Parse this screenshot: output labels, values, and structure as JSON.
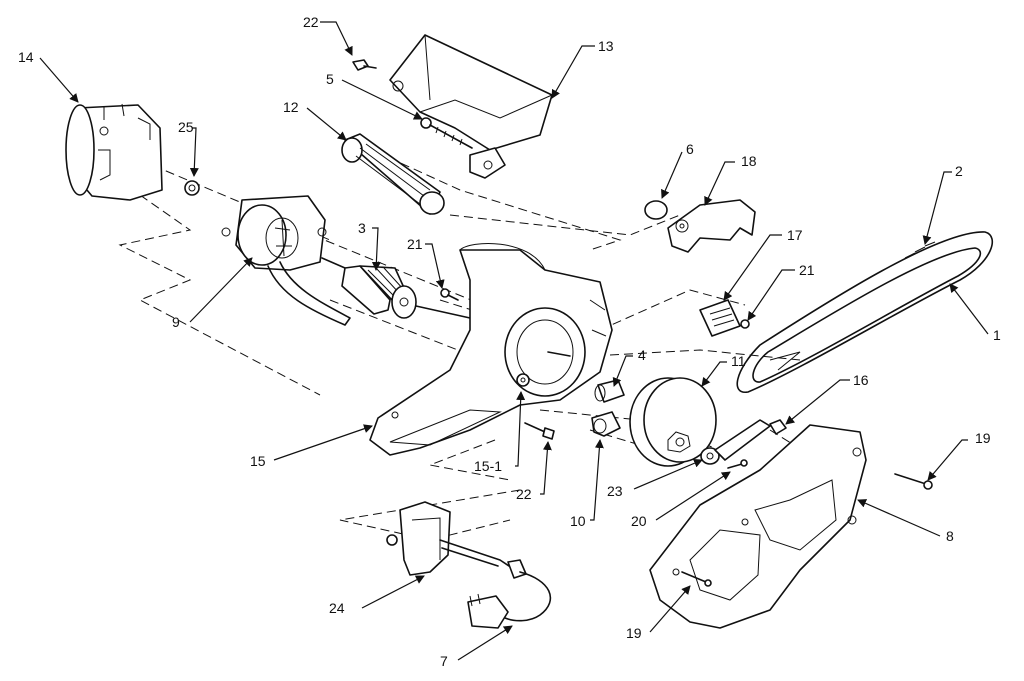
{
  "callouts": [
    {
      "id": "c14",
      "text": "14"
    },
    {
      "id": "c25",
      "text": "25"
    },
    {
      "id": "c22a",
      "text": "22"
    },
    {
      "id": "c5",
      "text": "5"
    },
    {
      "id": "c13",
      "text": "13"
    },
    {
      "id": "c12",
      "text": "12"
    },
    {
      "id": "c6",
      "text": "6"
    },
    {
      "id": "c18",
      "text": "18"
    },
    {
      "id": "c2",
      "text": "2"
    },
    {
      "id": "c3",
      "text": "3"
    },
    {
      "id": "c21a",
      "text": "21"
    },
    {
      "id": "c17",
      "text": "17"
    },
    {
      "id": "c21b",
      "text": "21"
    },
    {
      "id": "c1",
      "text": "1"
    },
    {
      "id": "c9",
      "text": "9"
    },
    {
      "id": "c4",
      "text": "4"
    },
    {
      "id": "c11",
      "text": "11"
    },
    {
      "id": "c16",
      "text": "16"
    },
    {
      "id": "c15",
      "text": "15"
    },
    {
      "id": "c15-1",
      "text": "15-1"
    },
    {
      "id": "c22b",
      "text": "22"
    },
    {
      "id": "c10",
      "text": "10"
    },
    {
      "id": "c23",
      "text": "23"
    },
    {
      "id": "c20",
      "text": "20"
    },
    {
      "id": "c19a",
      "text": "19"
    },
    {
      "id": "c8",
      "text": "8"
    },
    {
      "id": "c24",
      "text": "24"
    },
    {
      "id": "c19b",
      "text": "19"
    },
    {
      "id": "c7",
      "text": "7"
    }
  ]
}
